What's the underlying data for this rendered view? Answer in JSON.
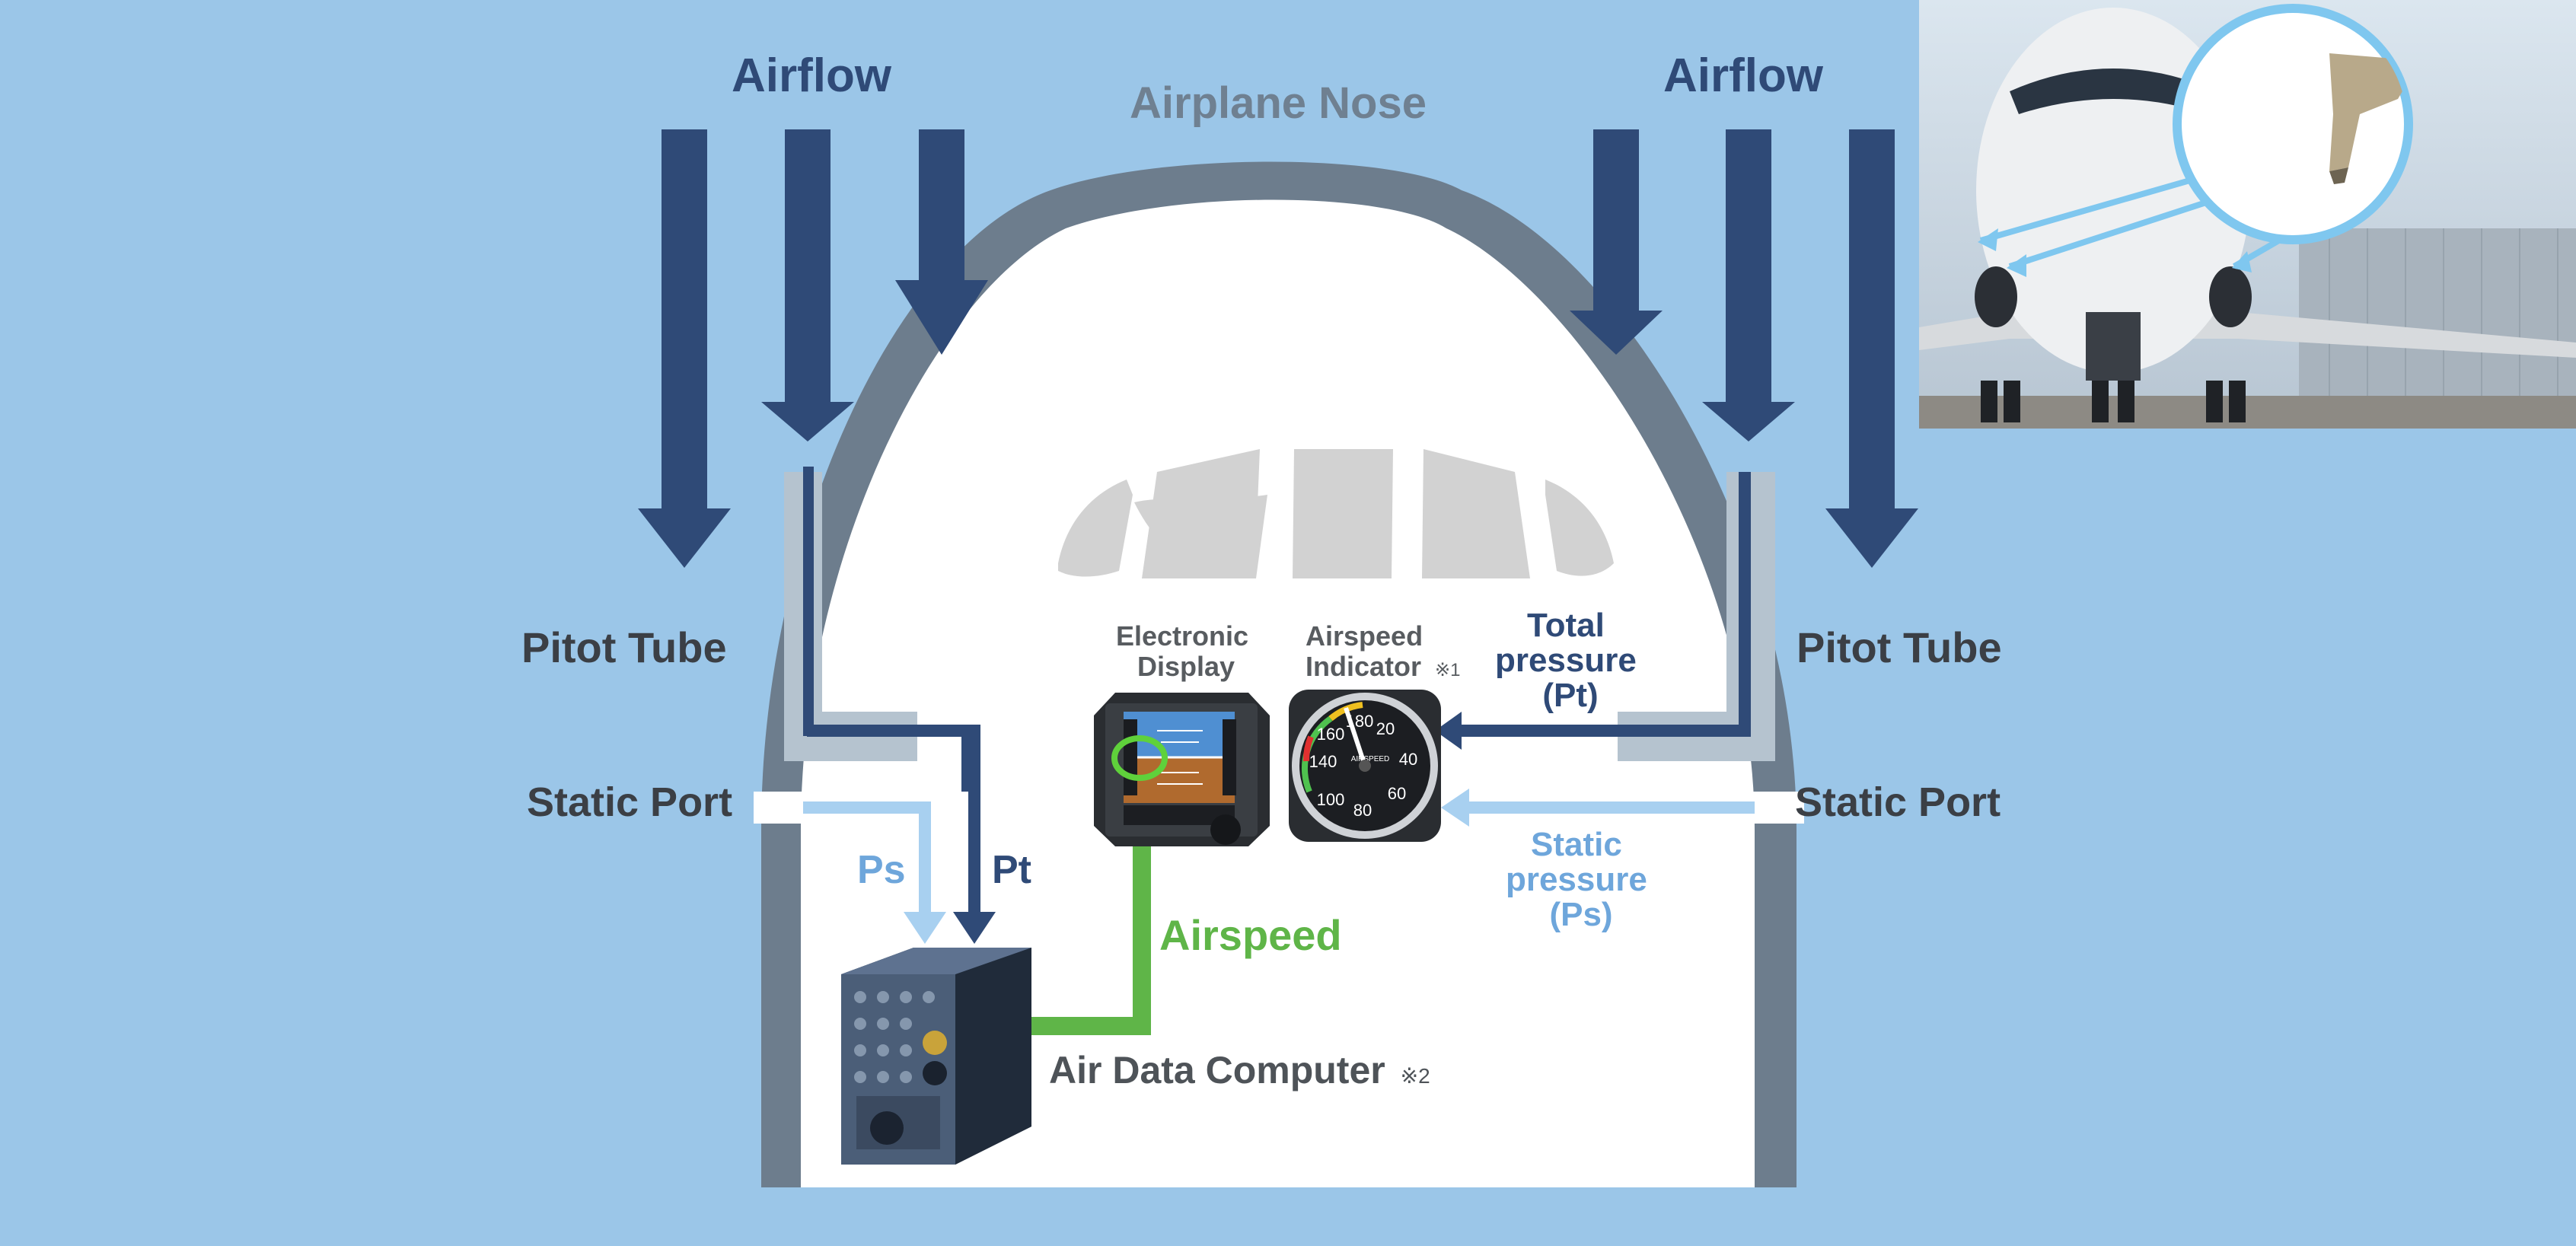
{
  "labels": {
    "airflow_left": "Airflow",
    "airflow_right": "Airflow",
    "airplane_nose": "Airplane Nose",
    "pitot_tube_left": "Pitot Tube",
    "pitot_tube_right": "Pitot Tube",
    "static_port_left": "Static Port",
    "static_port_right": "Static Port",
    "ps": "Ps",
    "pt": "Pt",
    "electronic_display_line1": "Electronic",
    "electronic_display_line2": "Display",
    "airspeed_indicator_line1": "Airspeed",
    "airspeed_indicator_line2": "Indicator",
    "note1": "※1",
    "total_pressure_line1": "Total",
    "total_pressure_line2": "pressure",
    "total_pressure_line3": "(Pt)",
    "static_pressure_line1": "Static",
    "static_pressure_line2": "pressure",
    "static_pressure_line3": "(Ps)",
    "airspeed": "Airspeed",
    "air_data_computer": "Air Data Computer",
    "note2": "※2"
  },
  "gauge": {
    "ticks": [
      "20",
      "40",
      "60",
      "80",
      "100",
      "140",
      "160",
      "180"
    ],
    "face_label": "AIRSPEED"
  },
  "colors": {
    "background": "#9bc6e8",
    "dark_blue": "#2f4a77",
    "light_blue": "#a8d0f0",
    "green": "#5fb548",
    "gray": "#b5c3cf",
    "nose_outline": "#6d7d8d"
  }
}
